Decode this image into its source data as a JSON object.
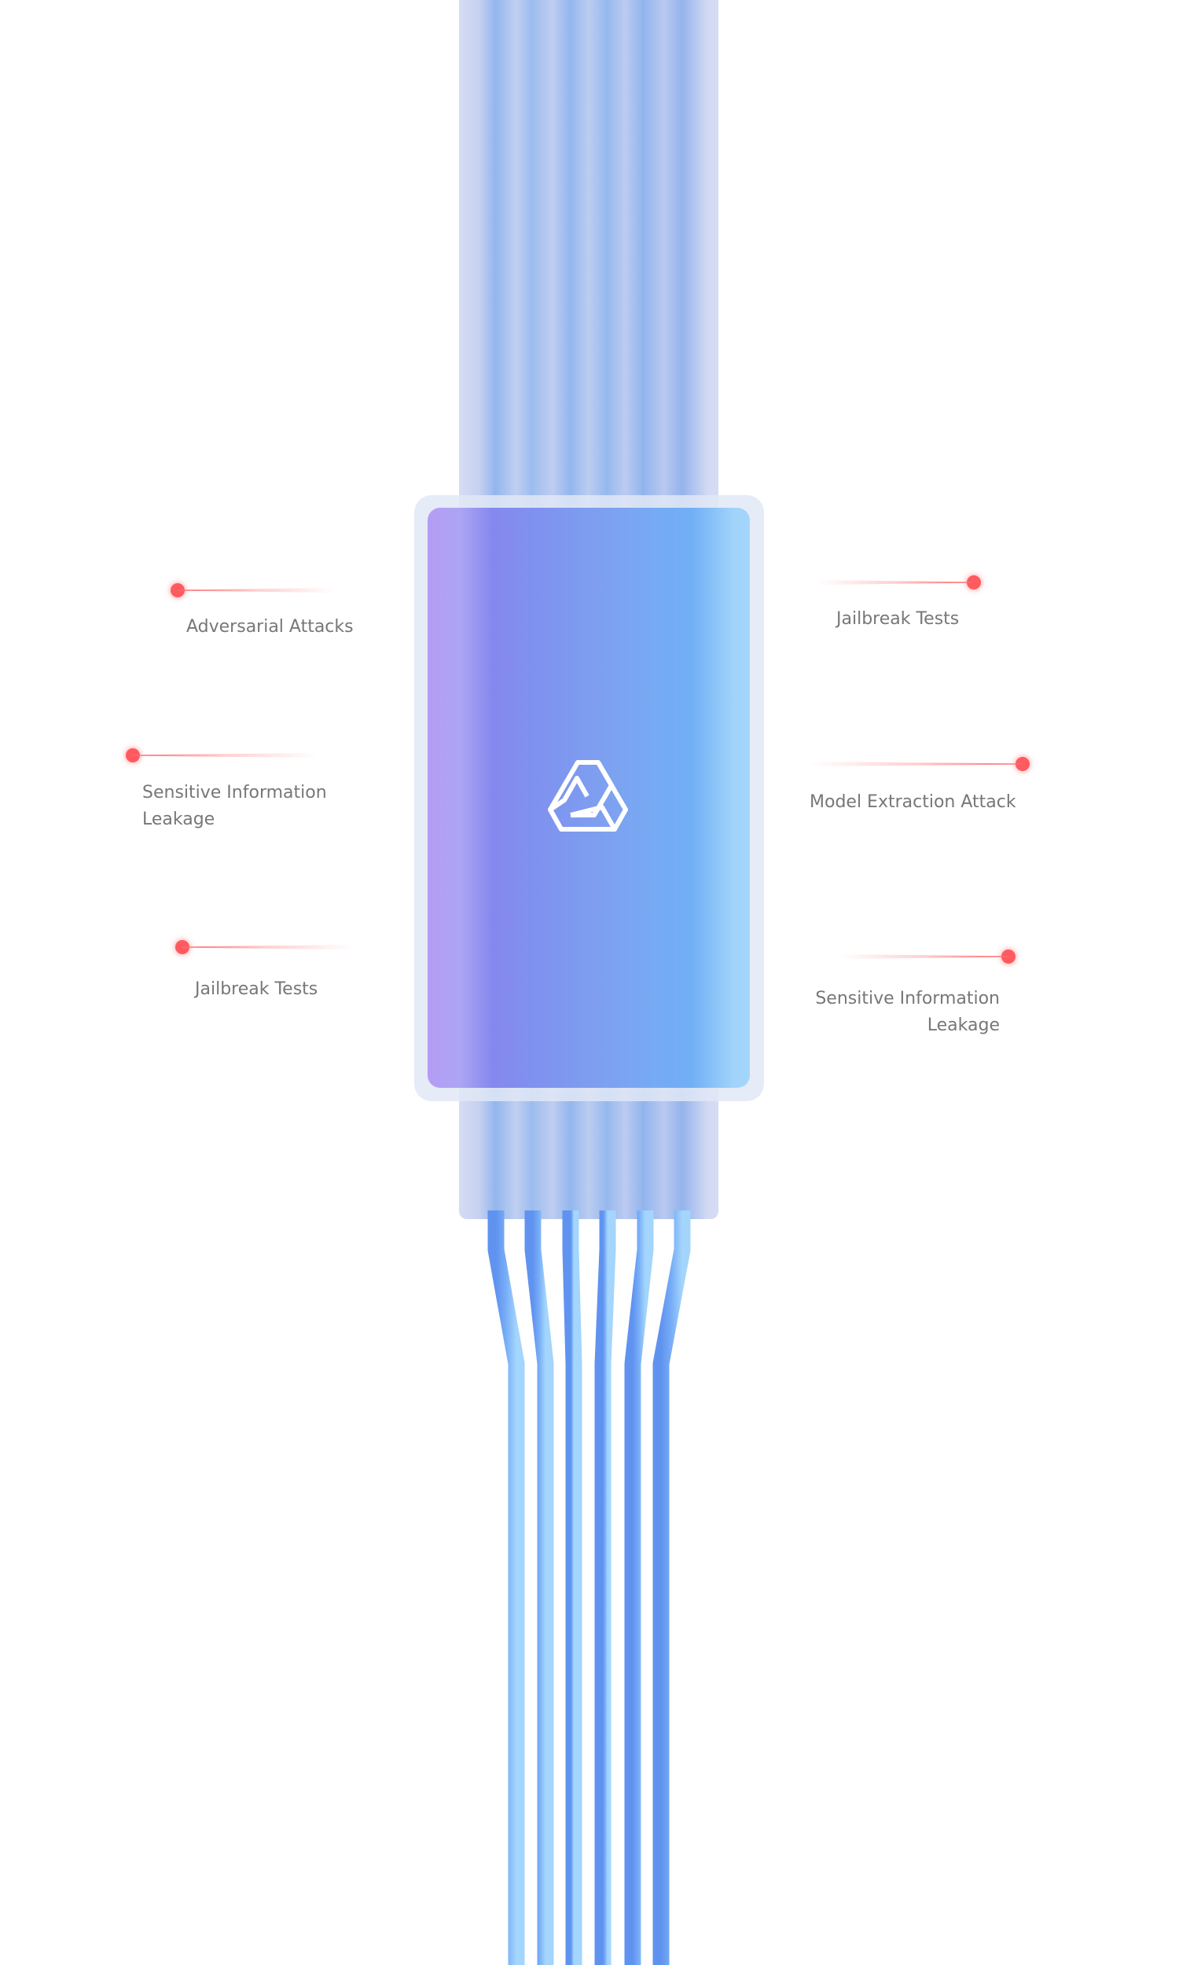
{
  "diagram": {
    "center_logo": "triangle-knot-logo-icon",
    "accent_colors": {
      "dot": "#ff5a5f",
      "wire": "#6fa8f5",
      "panel_left": "#b49cf4",
      "panel_right": "#a4d6fc"
    },
    "left_labels": [
      {
        "text": "Adversarial Attacks"
      },
      {
        "text": "Sensitive Information",
        "text2": "Leakage"
      },
      {
        "text": "Jailbreak Tests"
      }
    ],
    "right_labels": [
      {
        "text": "Jailbreak Tests"
      },
      {
        "text": "Model Extraction Attack"
      },
      {
        "text": "Sensitive Information",
        "text2": "Leakage"
      }
    ]
  }
}
